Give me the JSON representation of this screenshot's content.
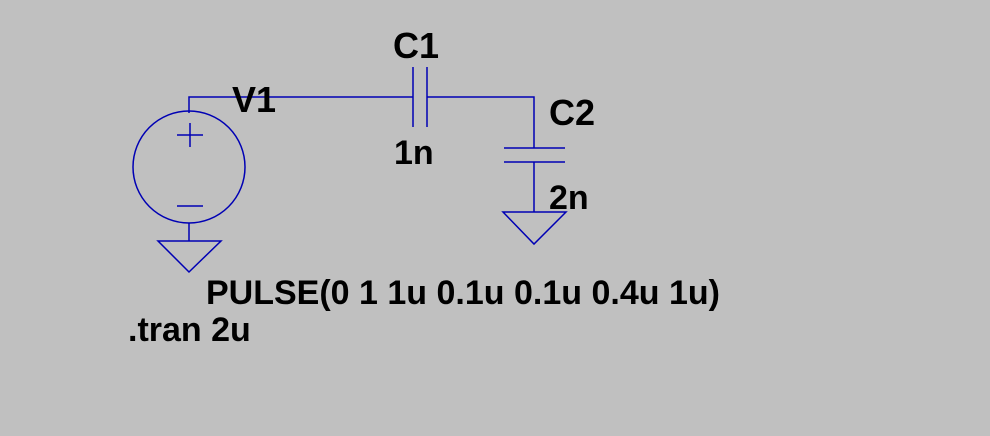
{
  "schematic": {
    "wire_color": "#0000b4",
    "background_color": "#c0c0c0",
    "text_color": "#000000",
    "components": {
      "v1": {
        "ref": "V1",
        "value": "PULSE(0 1 1u 0.1u 0.1u 0.4u 1u)"
      },
      "c1": {
        "ref": "C1",
        "value": "1n"
      },
      "c2": {
        "ref": "C2",
        "value": "2n"
      }
    },
    "directive": ".tran 2u"
  }
}
